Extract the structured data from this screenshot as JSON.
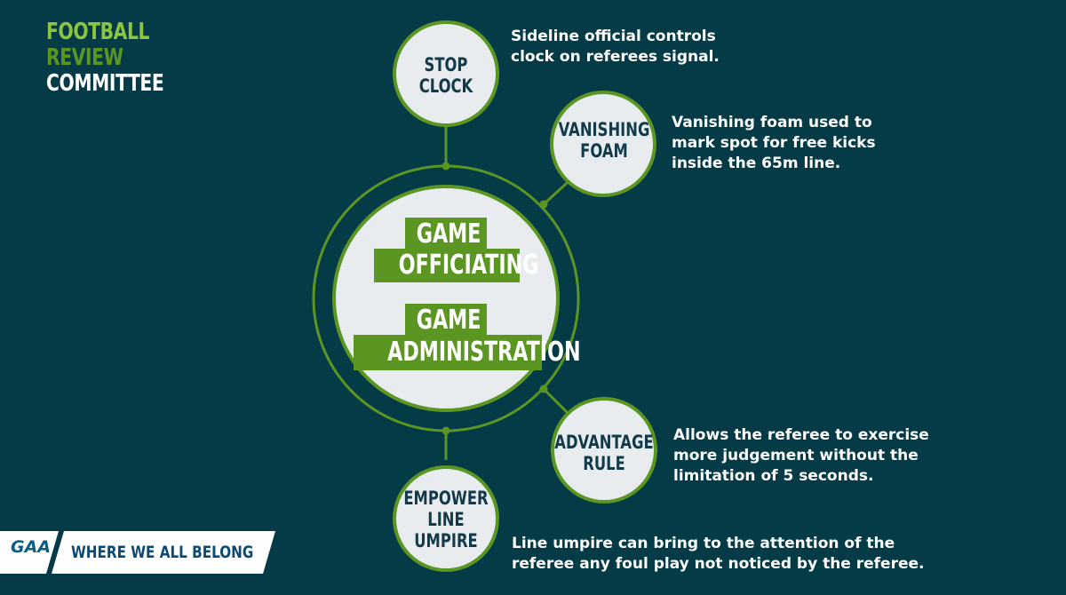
{
  "brand": {
    "line1": "FOOTBALL",
    "line2": "REVIEW",
    "line3": "COMMITTEE",
    "color_line1": "#8cc63f",
    "color_line2": "#5b9623",
    "color_line3": "#ffffff"
  },
  "center": {
    "title1_lines": [
      "GAME",
      "OFFICIATING"
    ],
    "title2_lines": [
      "GAME",
      "ADMINISTRATION"
    ]
  },
  "nodes": {
    "stop_clock": {
      "label": [
        "STOP",
        "CLOCK"
      ],
      "description": [
        "Sideline official controls",
        "clock on referees signal."
      ]
    },
    "vanishing_foam": {
      "label": [
        "VANISHING",
        "FOAM"
      ],
      "description": [
        "Vanishing foam used to",
        "mark spot for free kicks",
        "inside the 65m line."
      ]
    },
    "advantage_rule": {
      "label": [
        "ADVANTAGE",
        "RULE"
      ],
      "description": [
        "Allows the referee to exercise",
        "more judgement without the",
        "limitation of 5 seconds."
      ]
    },
    "empower_line_umpire": {
      "label": [
        "EMPOWER",
        "LINE",
        "UMPIRE"
      ],
      "description": [
        "Line umpire can bring to the attention of the",
        "referee any foul play not noticed by the referee."
      ]
    }
  },
  "footer": {
    "logo_text": "GAA",
    "slogan": "WHERE WE ALL BELONG"
  },
  "colors": {
    "background": "#053a47",
    "green": "#5b9623",
    "light_green": "#8cc63f",
    "circle_fill": "#e8ecee",
    "label_text": "#123a4a"
  }
}
